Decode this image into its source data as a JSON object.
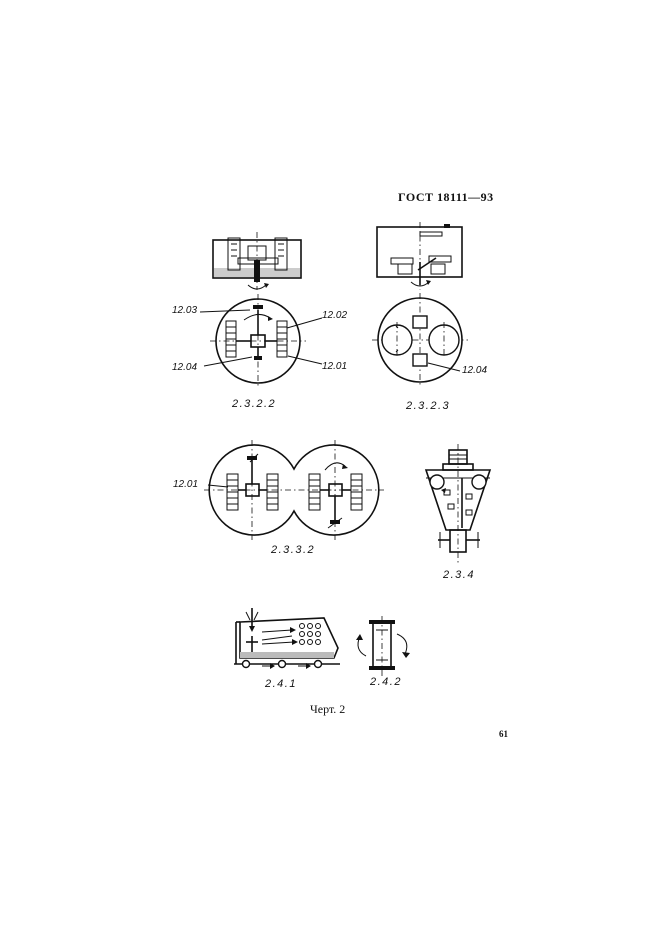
{
  "header": {
    "standard": "ГОСТ 18111—93"
  },
  "figure": {
    "caption": "Черт. 2",
    "page_number": "61"
  },
  "drawings": {
    "d2322": {
      "caption": "2.3.2.2",
      "labels": {
        "a": "12.03",
        "b": "12.02",
        "c": "12.04",
        "d": "12.01"
      }
    },
    "d2323": {
      "caption": "2.3.2.3",
      "labels": {
        "a": "12.04"
      }
    },
    "d2332": {
      "caption": "2.3.3.2",
      "labels": {
        "a": "12.01"
      }
    },
    "d234": {
      "caption": "2.3.4"
    },
    "d241": {
      "caption": "2.4.1"
    },
    "d242": {
      "caption": "2.4.2"
    }
  }
}
